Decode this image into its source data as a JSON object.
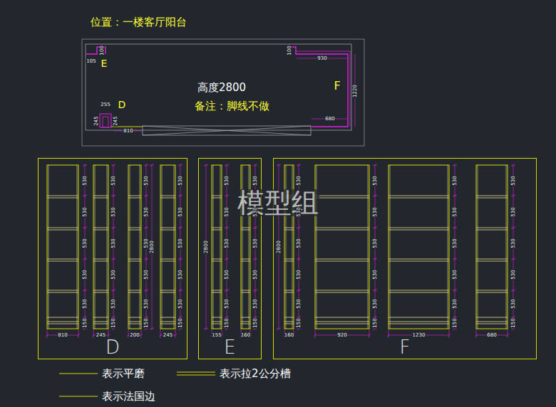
{
  "diagram": {
    "title": "位置：一楼客厅阳台",
    "nodes": [
      {
        "text": [
          "D"
        ]
      },
      {
        "text": [
          "E"
        ]
      },
      {
        "text": [
          "F"
        ]
      }
    ],
    "labels": [
      "100",
      "105",
      "100",
      "930",
      "1220",
      "680",
      "255",
      "245",
      "245",
      "810",
      "E",
      "F",
      "D",
      "高度2800",
      "备注：脚线不做",
      "模型组",
      "530",
      "530",
      "530",
      "530",
      "530",
      "150",
      "810",
      "530",
      "530",
      "530",
      "530",
      "530",
      "150",
      "245",
      "530",
      "530",
      "530",
      "530",
      "530",
      "150",
      "200",
      "530",
      "530",
      "530",
      "530",
      "530",
      "150",
      "245",
      "530",
      "530",
      "530",
      "530",
      "530",
      "150",
      "155",
      "530",
      "530",
      "530",
      "530",
      "530",
      "150",
      "160",
      "530",
      "530",
      "530",
      "530",
      "530",
      "150",
      "160",
      "530",
      "530",
      "530",
      "530",
      "530",
      "150",
      "920",
      "530",
      "530",
      "530",
      "530",
      "530",
      "150",
      "1230",
      "530",
      "530",
      "530",
      "530",
      "530",
      "150",
      "680",
      "2800",
      "2800",
      "2800"
    ],
    "legend": [
      {
        "text": "表示平磨"
      },
      {
        "text": "表示拉2公分槽"
      },
      {
        "text": "表示法国边"
      }
    ]
  }
}
